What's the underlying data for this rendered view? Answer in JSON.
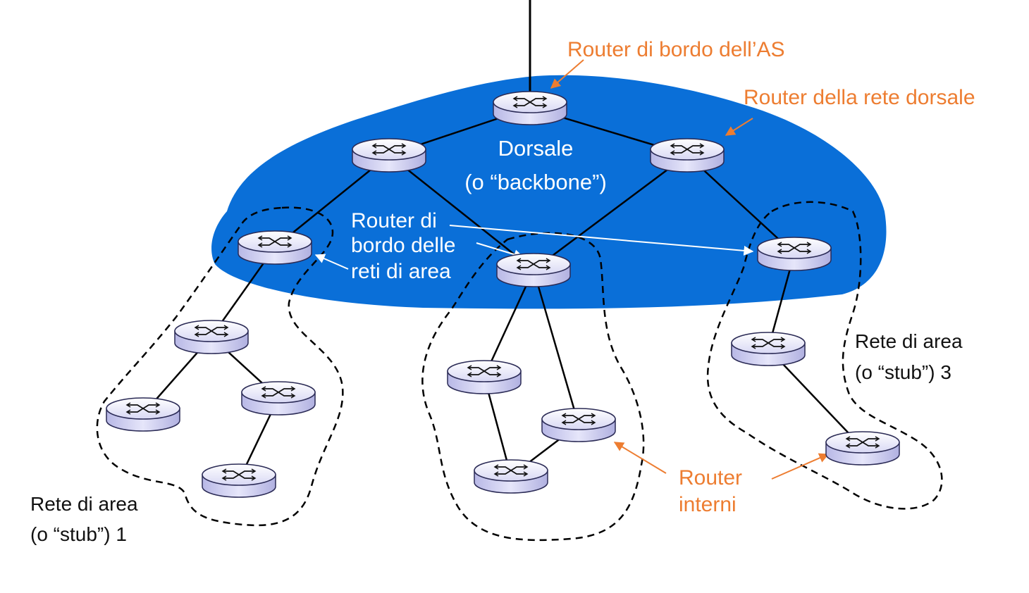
{
  "colors": {
    "backbone_fill": "#0A6FD8",
    "accent_orange": "#ED7D31",
    "router_body": "#CFCFF0",
    "link": "#000000",
    "area_outline": "#000000"
  },
  "labels": {
    "as_border_router": "Router di bordo dell’AS",
    "backbone_router": "Router della rete dorsale",
    "backbone_name_line1": "Dorsale",
    "backbone_name_line2": "(o “backbone”)",
    "area_border_line1": "Router di",
    "area_border_line2": "bordo delle",
    "area_border_line3": "reti di area",
    "area1_line1": "Rete di area",
    "area1_line2": "(o “stub”) 1",
    "area3_line1": "Rete di area",
    "area3_line2": "(o “stub”) 3",
    "internal_line1": "Router",
    "internal_line2": "interni"
  },
  "routers": [
    {
      "id": "as-border",
      "role": "AS border router"
    },
    {
      "id": "bb-left",
      "role": "backbone router"
    },
    {
      "id": "bb-right",
      "role": "backbone router"
    },
    {
      "id": "abr-1",
      "role": "area border router (area 1)"
    },
    {
      "id": "abr-2",
      "role": "area border router (area 2)"
    },
    {
      "id": "abr-3",
      "role": "area border router (area 3)"
    },
    {
      "id": "a1-mid",
      "role": "internal router (area 1)"
    },
    {
      "id": "a1-left",
      "role": "internal router (area 1)"
    },
    {
      "id": "a1-right",
      "role": "internal router (area 1)"
    },
    {
      "id": "a1-bottom",
      "role": "internal router (area 1)"
    },
    {
      "id": "a2-left",
      "role": "internal router (area 2)"
    },
    {
      "id": "a2-right",
      "role": "internal router (area 2)"
    },
    {
      "id": "a2-bottom",
      "role": "internal router (area 2)"
    },
    {
      "id": "a3-mid",
      "role": "internal router (area 3)"
    },
    {
      "id": "a3-bottom",
      "role": "internal router (area 3)"
    }
  ],
  "links": [
    [
      "as-border",
      "bb-left"
    ],
    [
      "as-border",
      "bb-right"
    ],
    [
      "bb-left",
      "abr-1"
    ],
    [
      "bb-left",
      "abr-2"
    ],
    [
      "bb-right",
      "abr-2"
    ],
    [
      "bb-right",
      "abr-3"
    ],
    [
      "abr-1",
      "a1-mid"
    ],
    [
      "a1-mid",
      "a1-left"
    ],
    [
      "a1-mid",
      "a1-right"
    ],
    [
      "a1-right",
      "a1-bottom"
    ],
    [
      "abr-2",
      "a2-left"
    ],
    [
      "abr-2",
      "a2-right"
    ],
    [
      "a2-left",
      "a2-bottom"
    ],
    [
      "a2-right",
      "a2-bottom"
    ],
    [
      "abr-3",
      "a3-mid"
    ],
    [
      "a3-mid",
      "a3-bottom"
    ]
  ]
}
